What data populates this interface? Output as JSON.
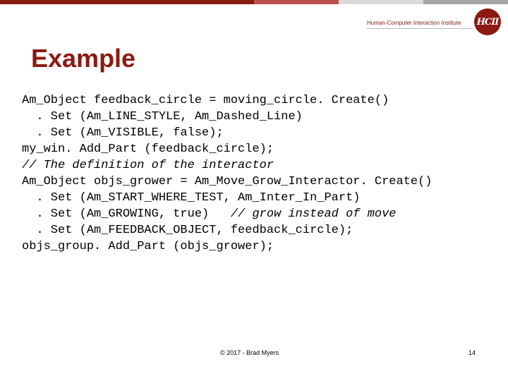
{
  "header": {
    "institute": "Human-Computer Interaction Institute",
    "logo_text": "HCII",
    "colors": {
      "bar": [
        "#8b1a12",
        "#c0504d",
        "#d9d9d9",
        "#a6a6a6"
      ],
      "accent": "#8b1a12"
    }
  },
  "slide": {
    "title": "Example",
    "code": [
      {
        "text": "Am_Object feedback_circle = moving_circle. Create()",
        "code": "Am_Object feedback_circle = moving_circle. Create()",
        "comment": ""
      },
      {
        "text": "  . Set (Am_LINE_STYLE, Am_Dashed_Line)",
        "code": "  . Set (Am_LINE_STYLE, Am_Dashed_Line)",
        "comment": ""
      },
      {
        "text": "  . Set (Am_VISIBLE, false);",
        "code": "  . Set (Am_VISIBLE, false);",
        "comment": ""
      },
      {
        "text": "my_win. Add_Part (feedback_circle);",
        "code": "my_win. Add_Part (feedback_circle);",
        "comment": ""
      },
      {
        "text": "// The definition of the interactor",
        "code": "",
        "comment": "// The definition of the interactor"
      },
      {
        "text": "Am_Object objs_grower = Am_Move_Grow_Interactor. Create()",
        "code": "Am_Object objs_grower = Am_Move_Grow_Interactor. Create()",
        "comment": ""
      },
      {
        "text": "  . Set (Am_START_WHERE_TEST, Am_Inter_In_Part)",
        "code": "  . Set (Am_START_WHERE_TEST, Am_Inter_In_Part)",
        "comment": ""
      },
      {
        "text": "  . Set (Am_GROWING, true)   // grow instead of move",
        "code": "  . Set (Am_GROWING, true)   ",
        "comment": "// grow instead of move"
      },
      {
        "text": "  . Set (Am_FEEDBACK_OBJECT, feedback_circle);",
        "code": "  . Set (Am_FEEDBACK_OBJECT, feedback_circle);",
        "comment": ""
      },
      {
        "text": "objs_group. Add_Part (objs_grower);",
        "code": "objs_group. Add_Part (objs_grower);",
        "comment": ""
      }
    ]
  },
  "footer": {
    "copyright": "© 2017 - Brad Myers",
    "page_number": "14"
  }
}
